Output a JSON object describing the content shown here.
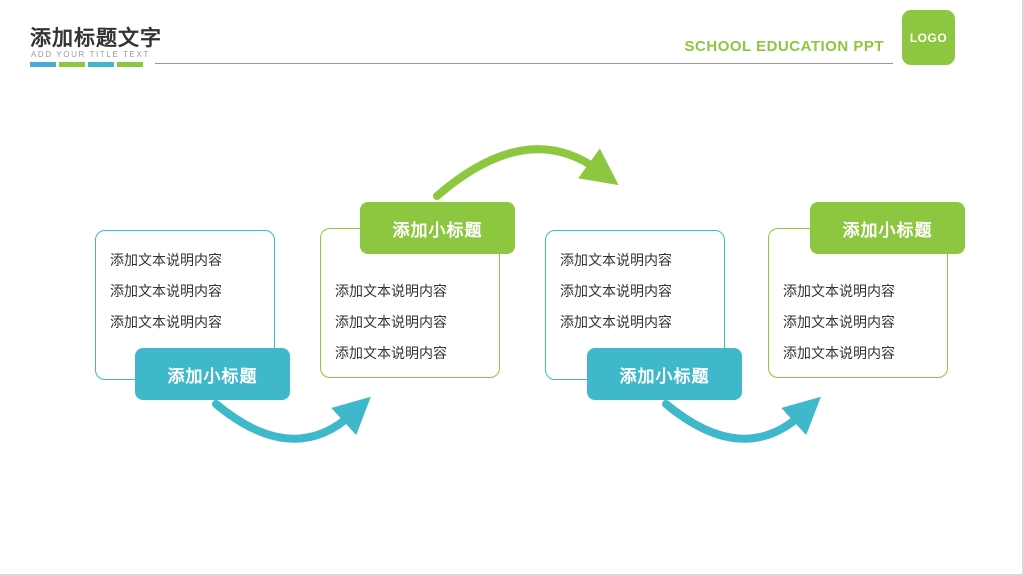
{
  "theme": {
    "green": "#8DC63F",
    "teal": "#3FB8CB",
    "blue": "#4FA8D8",
    "title_color": "#333333",
    "body_text_color": "#333333"
  },
  "header": {
    "title": "添加标题文字",
    "subtitle": "ADD YOUR TITLE TEXT",
    "brand": "SCHOOL EDUCATION PPT",
    "logo_label": "LOGO"
  },
  "boxes": [
    {
      "label": "添加小标题",
      "label_position": "bottom",
      "accent": "teal",
      "lines": [
        "添加文本说明内容",
        "添加文本说明内容",
        "添加文本说明内容"
      ]
    },
    {
      "label": "添加小标题",
      "label_position": "top",
      "accent": "green",
      "lines": [
        "添加文本说明内容",
        "添加文本说明内容",
        "添加文本说明内容"
      ]
    },
    {
      "label": "添加小标题",
      "label_position": "bottom",
      "accent": "teal",
      "lines": [
        "添加文本说明内容",
        "添加文本说明内容",
        "添加文本说明内容"
      ]
    },
    {
      "label": "添加小标题",
      "label_position": "top",
      "accent": "green",
      "lines": [
        "添加文本说明内容",
        "添加文本说明内容",
        "添加文本说明内容"
      ]
    }
  ]
}
